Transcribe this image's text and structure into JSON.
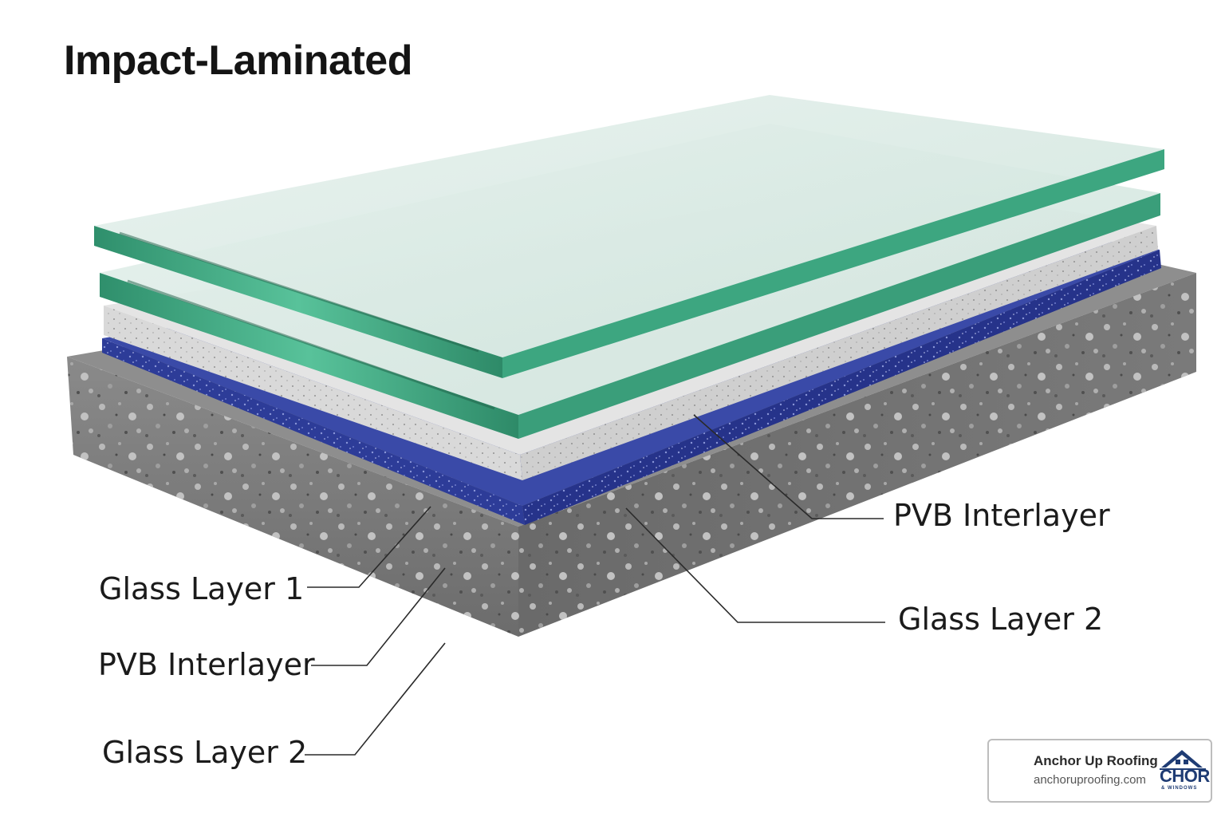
{
  "title": "Impact-Laminated",
  "labels": {
    "right_pvb": "PVB Interlayer",
    "right_glass2": "Glass Layer 2",
    "left_glass1": "Glass Layer 1",
    "left_pvb": "PVB Interlayer",
    "left_glass2": "Glass Layer 2"
  },
  "brand": {
    "name": "Anchor Up Roofing",
    "url": "anchoruproofing.com",
    "mark_word": "CHOR",
    "mark_sub": "& WINDOWS"
  },
  "colors": {
    "glass_face": "#dcece6",
    "glass_edge": "#3fae86",
    "pvb_white": "#e3e3e3",
    "pvb_blue": "#2f3f9e",
    "base_gray": "#747474",
    "brand_navy": "#1f3c74"
  },
  "icons": [
    "house-logo-icon"
  ]
}
